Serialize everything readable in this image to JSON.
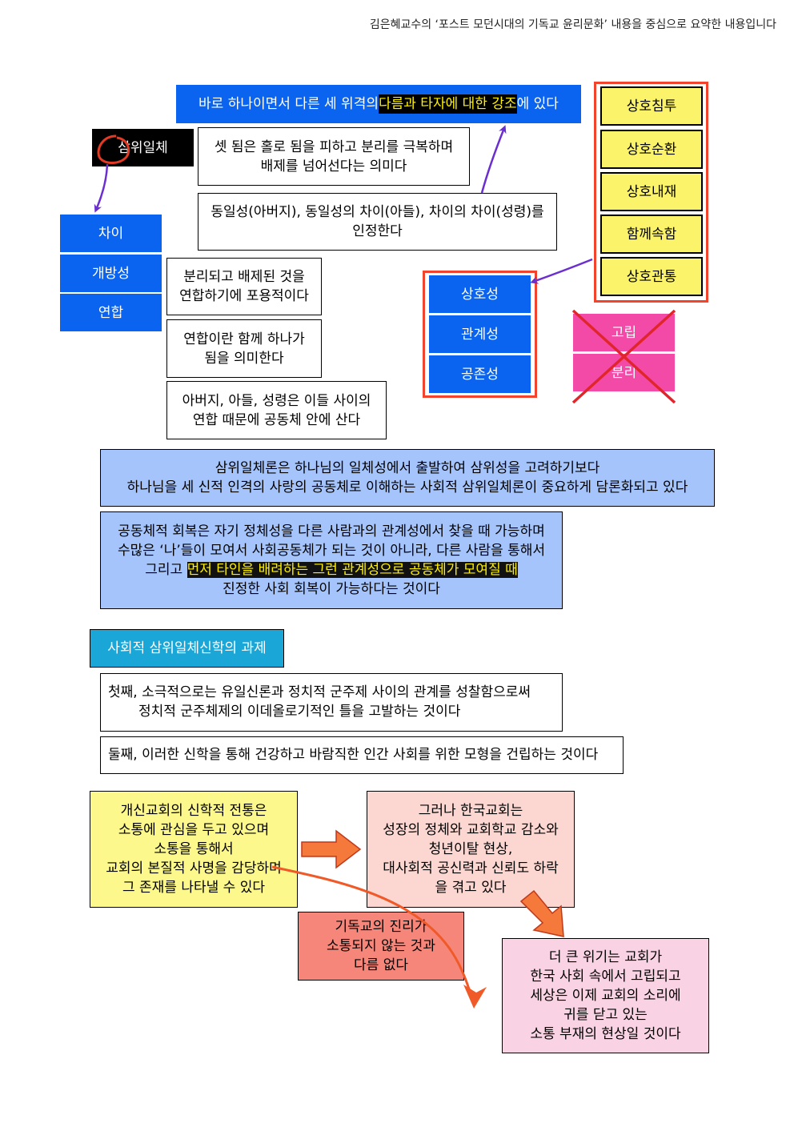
{
  "header": {
    "text": "김은혜교수의 ‘포스트 모던시대의 기독교 윤리문화’ 내용을 중심으로 요약한 내용입니다"
  },
  "top_banner": {
    "before": "바로 하나이면서 다른 세 위격의 ",
    "highlight": "다름과 타자에 대한 강조",
    "after": "에 있다"
  },
  "trinity_label": {
    "before": "삼",
    "after": "위일체"
  },
  "three_box": {
    "lines": [
      "셋 됨은 홀로 됨을 피하고 분리를 극복하며",
      "배제를 넘어선다는 의미다"
    ]
  },
  "identity_box": {
    "lines": [
      "동일성(아버지), 동일성의 차이(아들), 차이의 차이(성령)를",
      "인정한다"
    ]
  },
  "left_stack": [
    "차이",
    "개방성",
    "연합"
  ],
  "separation_box": {
    "lines": [
      "분리되고 배제된 것을",
      "연합하기에 포용적이다"
    ]
  },
  "union_box": {
    "lines": [
      "연합이란 함께 하나가",
      "됨을 의미한다"
    ]
  },
  "persons_box": {
    "lines": [
      "아버지, 아들, 성령은 이들 사이의",
      "연합 때문에 공동체 안에 산다"
    ]
  },
  "mutual_stack": [
    "상호침투",
    "상호순환",
    "상호내재",
    "함께속함",
    "상호관통"
  ],
  "relation_stack": [
    "상호성",
    "관계성",
    "공존성"
  ],
  "rejected_stack": [
    "고립",
    "분리"
  ],
  "social_trinity_box": {
    "lines": [
      "삼위일체론은 하나님의 일체성에서 출발하여 삼위성을 고려하기보다",
      "하나님을 세 신적 인격의 사랑의 공동체로 이해하는 사회적 삼위일체론이 중요하게 담론화되고 있다"
    ]
  },
  "community_box": {
    "line1": "공동체적 회복은 자기 정체성을 다른 사람과의 관계성에서 찾을 때 가능하며",
    "line2": "수많은 ‘나’들이 모여서 사회공동체가 되는 것이 아니라, 다른 사람을 통해서",
    "line3_before": "그리고 ",
    "line3_highlight": "먼저 타인을 배려하는 그런 관계성으로 공동체가 모여질 때",
    "line4": "진정한 사회 회복이 가능하다는 것이다"
  },
  "task_title": "사회적 삼위일체신학의 과제",
  "task1": {
    "lines": [
      "첫째, 소극적으로는 유일신론과 정치적 군주제 사이의 관계를 성찰함으로써",
      "정치적 군주체제의 이데올로기적인 틀을 고발하는 것이다"
    ]
  },
  "task2": {
    "text": "둘째, 이러한 신학을 통해 건강하고 바람직한 인간 사회를 위한 모형을 건립하는 것이다"
  },
  "reformed_box": {
    "lines": [
      "개신교회의 신학적 전통은",
      "소통에 관심을 두고 있으며",
      "소통을 통해서",
      "교회의 본질적 사명을 감당하며",
      "그 존재를 나타낼 수 있다"
    ]
  },
  "korean_church_box": {
    "lines": [
      "그러나 한국교회는",
      "성장의 정체와 교회학교 감소와",
      "청년이탈 현상,",
      "대사회적 공신력과 신뢰도 하락",
      "을 겪고 있다"
    ]
  },
  "truth_box": {
    "lines": [
      "기독교의 진리가",
      "소통되지 않는 것과",
      "다름 없다"
    ]
  },
  "crisis_box": {
    "lines": [
      "더 큰 위기는 교회가",
      "한국 사회 속에서 고립되고",
      "세상은 이제 교회의 소리에",
      "귀를 닫고 있는",
      "소통 부재의 현상일 것이다"
    ]
  },
  "colors": {
    "blue": "#0a64f0",
    "yellow": "#fbf36a",
    "red_frame": "#f2432c",
    "pink": "#f34aa8",
    "light_blue": "#a5c4fb",
    "teal": "#1aa6d6",
    "pale_yellow": "#fdf88c",
    "peach": "#fcd7d1",
    "salmon": "#f7867a",
    "pale_pink": "#f9d3e3",
    "purple_arrow": "#6b2fd0",
    "orange_arrow": "#f5793b"
  }
}
